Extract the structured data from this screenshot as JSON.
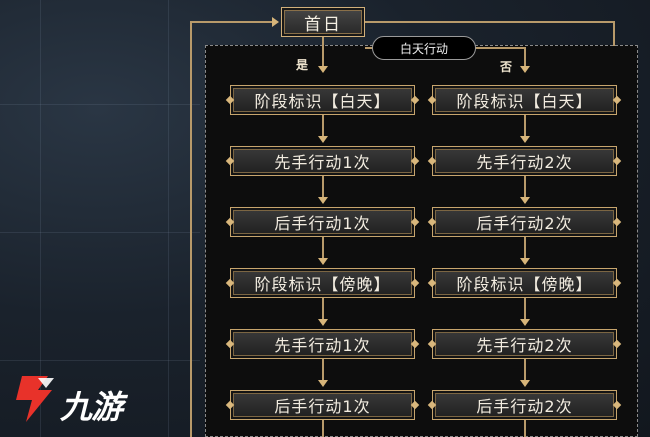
{
  "start_node": "首日",
  "phase_label": "白天行动",
  "branches": {
    "yes": "是",
    "no": "否"
  },
  "left_column": [
    "阶段标识【白天】",
    "先手行动1次",
    "后手行动1次",
    "阶段标识【傍晚】",
    "先手行动1次",
    "后手行动1次"
  ],
  "right_column": [
    "阶段标识【白天】",
    "先手行动2次",
    "后手行动2次",
    "阶段标识【傍晚】",
    "先手行动2次",
    "后手行动2次"
  ],
  "watermark": {
    "text": "九游",
    "icon": "jiuyou-logo-icon"
  },
  "colors": {
    "accent": "#c7a56d",
    "logo_red": "#e8322a"
  }
}
